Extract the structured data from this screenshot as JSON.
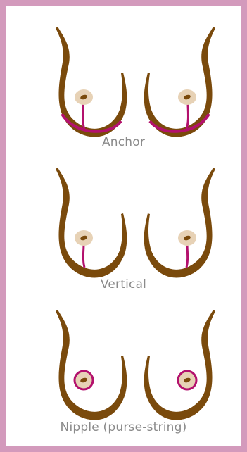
{
  "panels": [
    {
      "label": "Anchor",
      "incision": "anchor"
    },
    {
      "label": "Vertical",
      "incision": "vertical"
    },
    {
      "label": "Nipple (purse-string)",
      "incision": "periareolar"
    }
  ],
  "colors": {
    "frame": "#d39abc",
    "outline": "#7a4a0c",
    "areola": "#e7d2b6",
    "nipple": "#7a4a0c",
    "incision": "#b3116d",
    "caption": "#8a8a8a"
  },
  "icons": [
    "breast-outline-icon",
    "areola-icon",
    "nipple-icon",
    "incision-line-icon"
  ]
}
